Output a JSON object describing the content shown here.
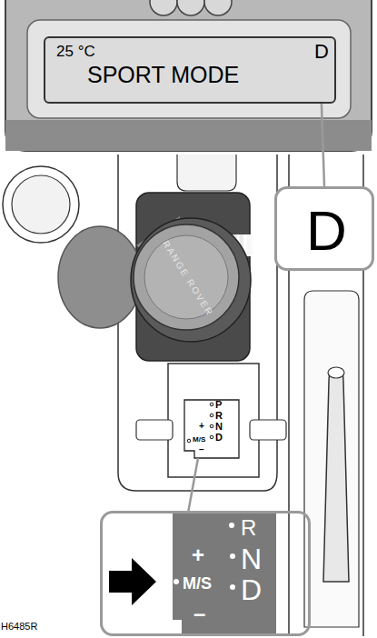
{
  "diagram": {
    "nodes": [
      {
        "text": [
          "25 °C",
          "SPORT MODE",
          "D"
        ]
      },
      {
        "text": [
          "D"
        ]
      },
      {
        "text": [
          "P",
          "R",
          "N",
          "D",
          "+",
          "M/S",
          "–"
        ]
      },
      {
        "text": [
          "R",
          "+",
          "N",
          "M/S",
          "D",
          "–"
        ]
      }
    ],
    "edges": [
      {
        "from": 0,
        "to": 1,
        "arrow": "none"
      },
      {
        "from": 2,
        "to": 3,
        "arrow": "none"
      }
    ],
    "labels": [
      "RANGE ROVER",
      "H6485R"
    ]
  }
}
